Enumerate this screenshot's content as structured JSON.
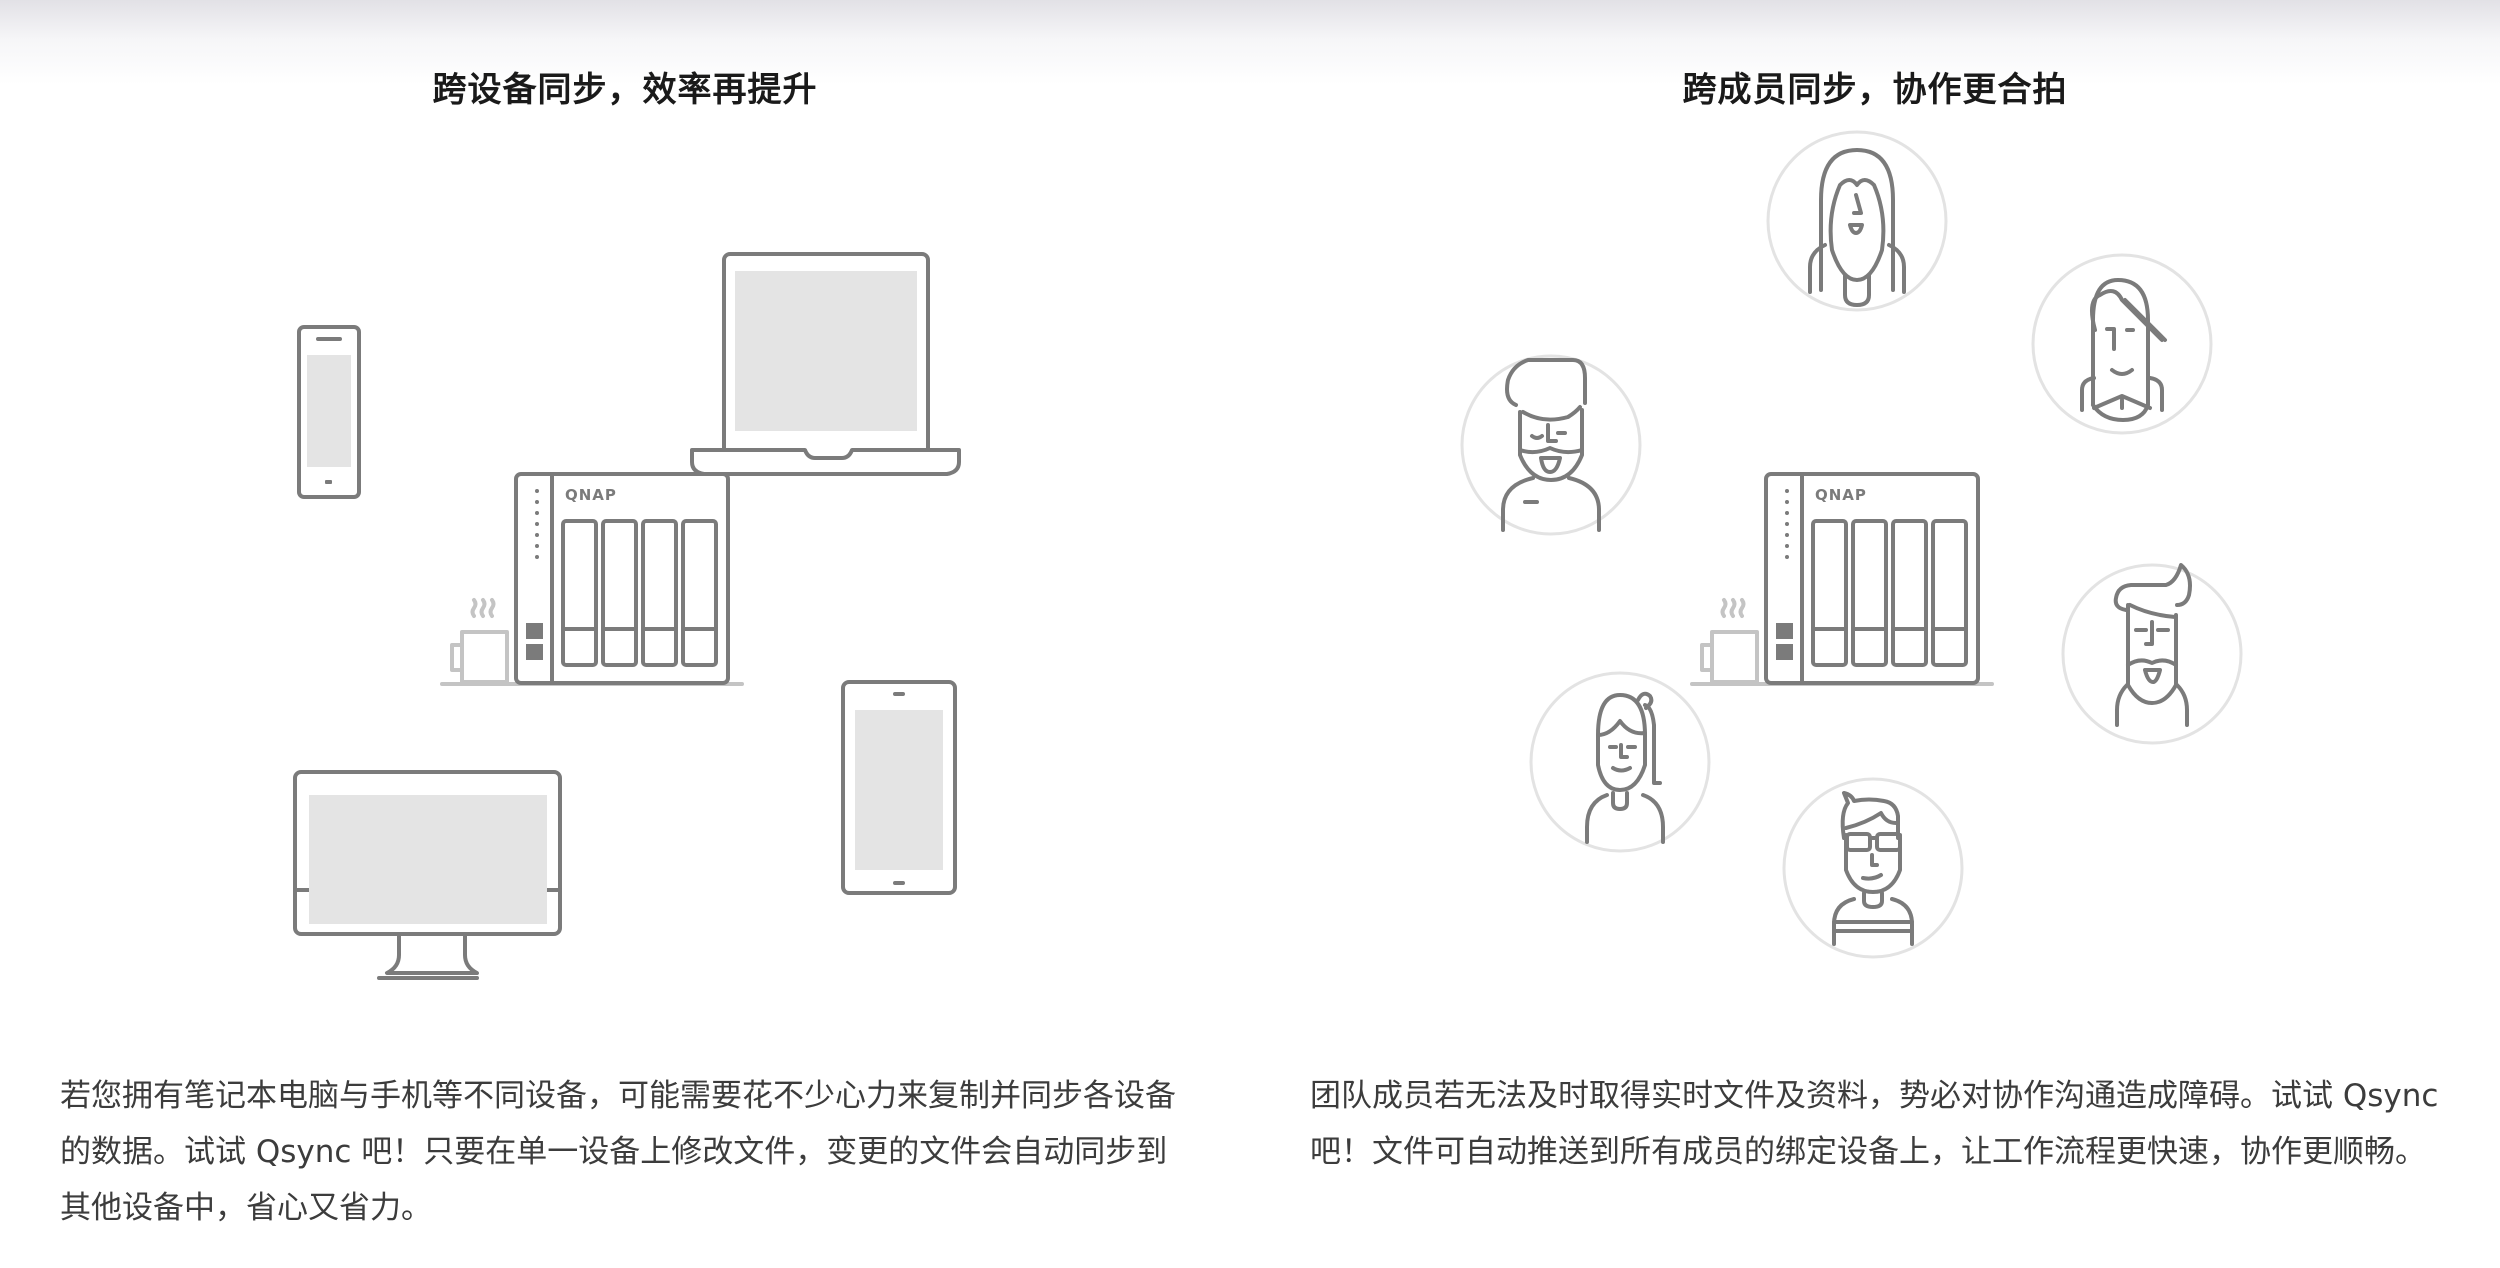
{
  "sections": [
    {
      "title": "跨设备同步，效率再提升",
      "description": "若您拥有笔记本电脑与手机等不同设备，可能需要花不少心力来复制并同步各设备的数据。试试 Qsync 吧！只要在单一设备上修改文件，变更的文件会自动同步到其他设备中，省心又省力。",
      "illustration": {
        "center": "qnap-nas-icon",
        "nas_logo": "QNAP",
        "items": [
          "smartphone-icon",
          "laptop-icon",
          "desktop-monitor-icon",
          "tablet-icon",
          "coffee-mug-icon"
        ]
      }
    },
    {
      "title": "跨成员同步，协作更合拍",
      "description": "团队成员若无法及时取得实时文件及资料，势必对协作沟通造成障碍。试试 Qsync 吧！文件可自动推送到所有成员的绑定设备上，让工作流程更快速，协作更顺畅。",
      "illustration": {
        "center": "qnap-nas-icon",
        "nas_logo": "QNAP",
        "items": [
          "woman-long-hair-avatar-icon",
          "man-fringe-avatar-icon",
          "bearded-man-avatar-icon",
          "hipster-bearded-man-avatar-icon",
          "ponytail-girl-avatar-icon",
          "glasses-man-avatar-icon",
          "coffee-mug-icon"
        ]
      }
    }
  ],
  "colors": {
    "title": "#1a1a1a",
    "body_text": "#3c3c3c",
    "line_art": "#7b7b7b",
    "screen_fill": "#e4e4e4",
    "avatar_ring": "#e3e3e3",
    "header_gradient_top": "#e2e1e6"
  }
}
